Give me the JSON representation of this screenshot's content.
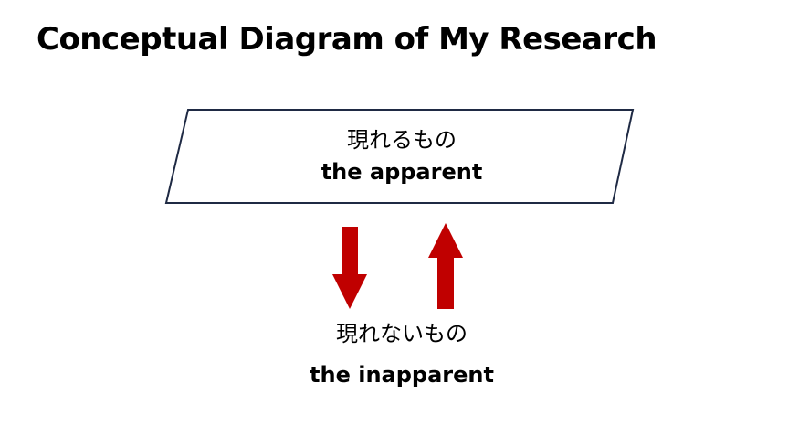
{
  "slide": {
    "title": "Conceptual Diagram of My Research"
  },
  "apparent": {
    "japanese": "現れるもの",
    "english": "the apparent"
  },
  "inapparent": {
    "japanese": "現れないもの",
    "english": "the inapparent"
  },
  "arrows": {
    "down_icon": "arrow-down",
    "up_icon": "arrow-up",
    "color": "#c00000"
  },
  "colors": {
    "box_border": "#1f2a44",
    "text": "#000000"
  }
}
